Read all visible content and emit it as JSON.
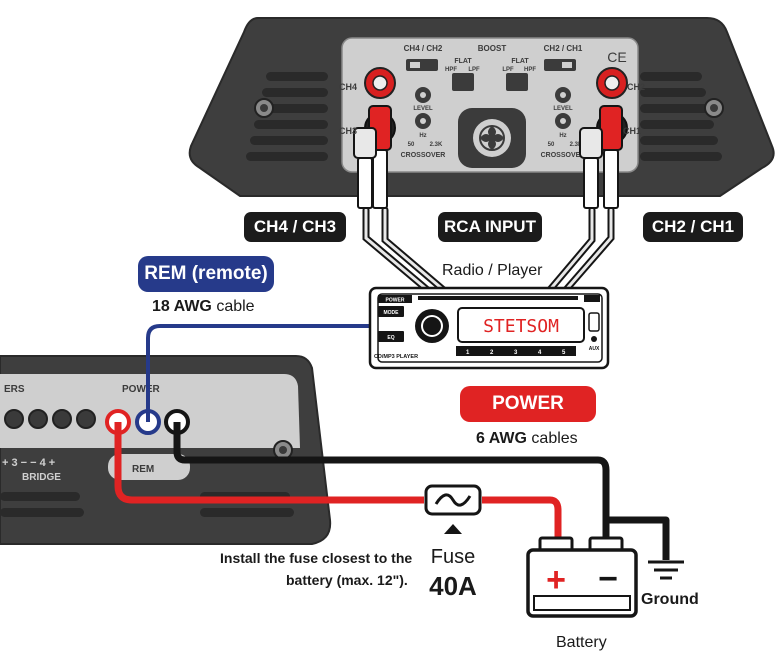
{
  "amplifier_top": {
    "ch_left_upper": "CH4",
    "ch_left_lower": "CH3",
    "ch_right_upper": "CH2",
    "ch_right_lower": "CH1",
    "left_channel_box": "CH4 / CH2",
    "right_channel_box": "CH2 / CH1",
    "boost": "BOOST",
    "flat": "FLAT",
    "hpf": "HPF",
    "lpf": "LPF",
    "level": "LEVEL",
    "hz": "Hz",
    "freq_low": "50",
    "freq_high": "2.3K",
    "crossover": "CROSSOVER",
    "ce_mark": "CE"
  },
  "labels": {
    "ch43": "CH4 / CH3",
    "rca_input": "RCA INPUT",
    "ch21": "CH2 / CH1",
    "radio_player": "Radio / Player",
    "rem": "REM (remote)",
    "rem_cable_bold": "18 AWG",
    "rem_cable_rest": " cable",
    "power": "POWER",
    "power_cable_bold": "6 AWG",
    "power_cable_rest": " cables",
    "fuse_note_line1": "Install the fuse closest to the",
    "fuse_note_line2": "battery (max. 12\").",
    "fuse": "Fuse",
    "fuse_rating": "40A",
    "ground": "Ground",
    "battery": "Battery"
  },
  "radio": {
    "display": "STETSOM",
    "power_btn": "POWER",
    "mode_btn": "MODE",
    "eq_btn": "EQ",
    "model": "CD/MP3 PLAYER",
    "aux": "AUX",
    "presets": [
      "1",
      "2",
      "3",
      "4",
      "5"
    ]
  },
  "amplifier_bottom": {
    "speakers_tag": "ERS",
    "power_tag": "POWER",
    "rem_tag": "REM",
    "bridge": "BRIDGE",
    "bridge_channels": "+ 3 − − 4 +"
  },
  "battery": {
    "plus": "+",
    "minus": "−"
  },
  "colors": {
    "wire_red": "#e02323",
    "wire_black": "#151515",
    "wire_blue": "#263a8a",
    "amp_body": "#3d3d3d",
    "amp_panel": "#cfcfcf"
  }
}
